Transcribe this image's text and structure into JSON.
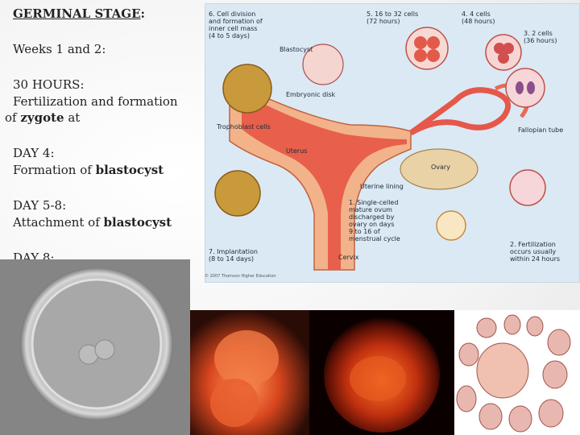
{
  "slide": {
    "title": "GERMINAL STAGE",
    "title_colon": ":",
    "weeks": "Weeks 1 and 2:",
    "h30": "30 HOURS:",
    "fert1": "Fertilization and formation",
    "fert2_pre": "of ",
    "fert2_bold": "zygote",
    "fert2_post": " at",
    "day4": "DAY 4:",
    "day4_pre": "Formation of ",
    "day4_bold": "blastocyst",
    "day58": "DAY 5-8:",
    "day58_pre": "Attachment of ",
    "day58_bold": "blastocyst",
    "day8": "DAY 8:"
  },
  "diagram": {
    "labels": {
      "l6": "6. Cell division\nand formation of\ninner cell mass\n(4 to 5 days)",
      "l5": "5. 16 to 32 cells\n(72 hours)",
      "l4": "4. 4 cells\n(48 hours)",
      "l3": "3. 2 cells\n(36 hours)",
      "blastocyst": "Blastocyst",
      "embryonic_disk": "Embryonic disk",
      "trophoblast": "Trophoblast cells",
      "uterus": "Uterus",
      "fallopian": "Fallopian tube",
      "ovary": "Ovary",
      "uterine_lining": "Uterine lining",
      "l1": "1. Single-celled\nmature ovum\ndischarged by\novary on days\n9 to 16 of\nmenstrual cycle",
      "l7": "7. Implantation\n(8 to 14 days)",
      "cervix": "Cervix",
      "l2": "2. Fertilization\noccurs usually\nwithin 24 hours"
    },
    "copyright": "© 2007 Thomson Higher Education"
  }
}
